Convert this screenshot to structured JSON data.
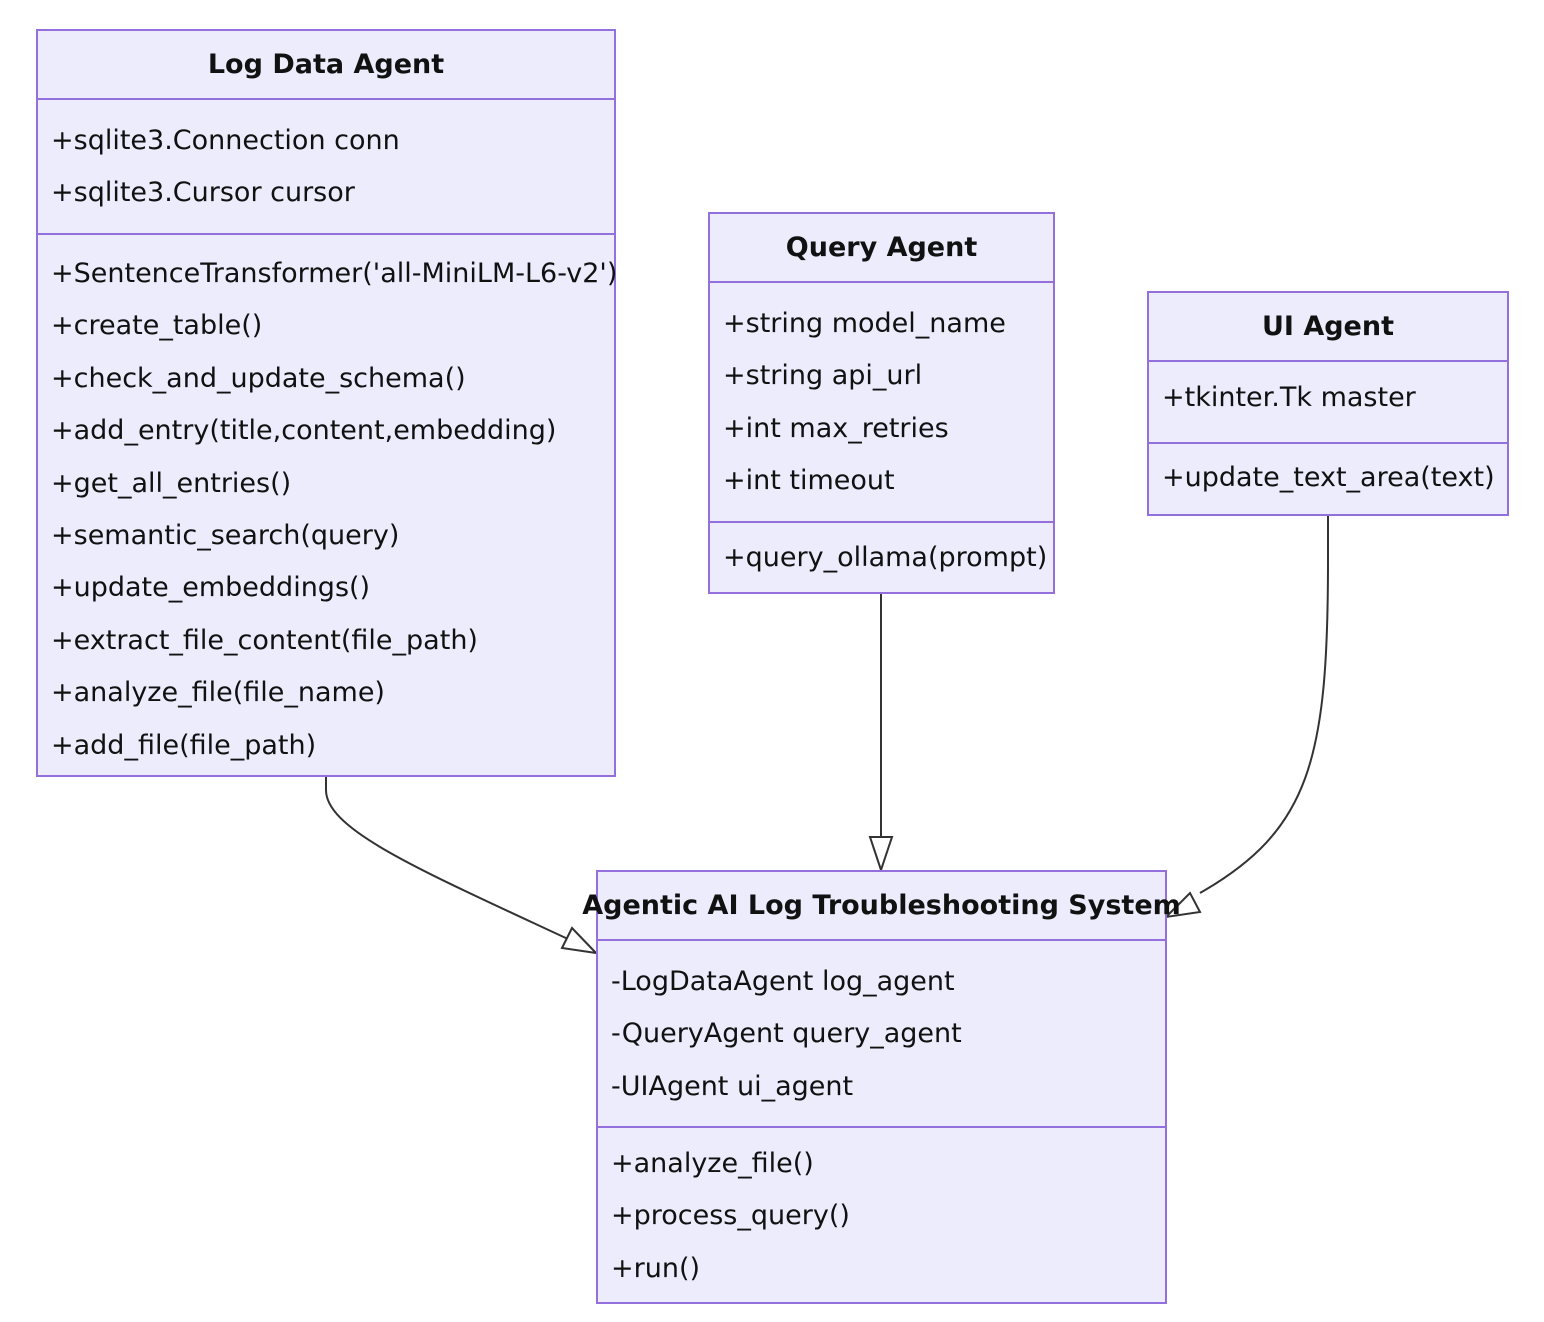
{
  "diagram": {
    "colors": {
      "fill": "#ececfc",
      "stroke": "#9370db",
      "edge": "#333333",
      "text": "#111111"
    },
    "classes": {
      "log_data_agent": {
        "title": "Log Data Agent",
        "attributes": [
          "+sqlite3.Connection conn",
          "+sqlite3.Cursor cursor"
        ],
        "methods": [
          "+SentenceTransformer('all-MiniLM-L6-v2')",
          "+create_table()",
          "+check_and_update_schema()",
          "+add_entry(title,content,embedding)",
          "+get_all_entries()",
          "+semantic_search(query)",
          "+update_embeddings()",
          "+extract_file_content(file_path)",
          "+analyze_file(file_name)",
          "+add_file(file_path)"
        ]
      },
      "query_agent": {
        "title": "Query Agent",
        "attributes": [
          "+string model_name",
          "+string api_url",
          "+int max_retries",
          "+int timeout"
        ],
        "methods": [
          "+query_ollama(prompt)"
        ]
      },
      "ui_agent": {
        "title": "UI Agent",
        "attributes": [
          "+tkinter.Tk master"
        ],
        "methods": [
          "+update_text_area(text)"
        ]
      },
      "system": {
        "title": "Agentic AI Log Troubleshooting System",
        "attributes": [
          "-LogDataAgent log_agent",
          "-QueryAgent query_agent",
          "-UIAgent ui_agent"
        ],
        "methods": [
          "+analyze_file()",
          "+process_query()",
          "+run()"
        ]
      }
    },
    "relations": [
      {
        "from": "log_data_agent",
        "to": "system",
        "type": "inheritance"
      },
      {
        "from": "query_agent",
        "to": "system",
        "type": "inheritance"
      },
      {
        "from": "ui_agent",
        "to": "system",
        "type": "inheritance"
      }
    ]
  }
}
